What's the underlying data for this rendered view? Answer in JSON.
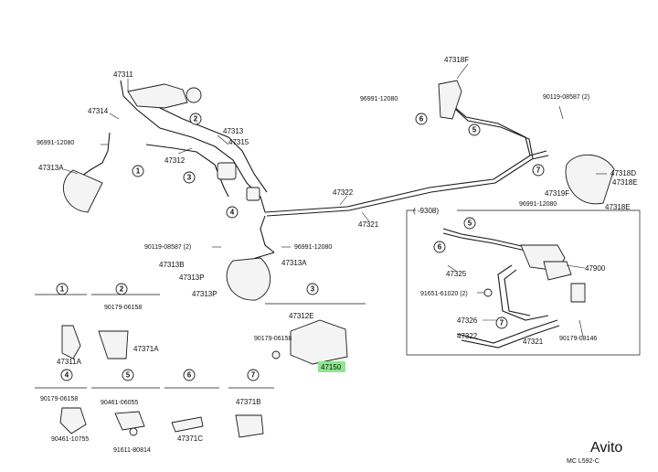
{
  "labels": {
    "p47311": "47311",
    "p47314": "47314",
    "p96991_a": "96991-12080",
    "p47313A_a": "47313A",
    "p47312": "47312",
    "p47313": "47313",
    "p47315": "47315",
    "p47318F": "47318F",
    "p96991_b": "96991-12080",
    "p90119_a": "90119-08587 (2)",
    "p47318D": "47318D",
    "p47318E": "47318E",
    "p47319F": "47319F",
    "p96991_c": "96991-12080",
    "p47318E_b": "47318E",
    "p47322": "47322",
    "p47321": "47321",
    "p9308": "(   -9308)",
    "p90119_b": "90119-08587 (2)",
    "p96991_d": "96991-12080",
    "p47313B": "47313B",
    "p47313A_b": "47313A",
    "p47313P_a": "47313P",
    "p47313P_b": "47313P",
    "p47325": "47325",
    "p47900": "47900",
    "p91651": "91651-61020 (2)",
    "p47326": "47326",
    "p47322_b": "47322",
    "p47321_b": "47321",
    "p90179_a": "90179-08146",
    "p90179_b": "90179-06158",
    "p47371A": "47371A",
    "p47311A": "47311A",
    "p47312E": "47312E",
    "p90179_c": "90179-06158",
    "p47150": "47150",
    "p90179_d": "90179-06158",
    "p90461_a": "90461-06055",
    "p47371B": "47371B",
    "p90461_b": "90461-10755",
    "p91611": "91611-80814",
    "p47371C": "47371C",
    "code": "MC L592-C",
    "watermark": "Avito"
  },
  "callouts": {
    "c1": "1",
    "c2": "2",
    "c3": "3",
    "c4": "4",
    "c5": "5",
    "c6": "6",
    "c7": "7"
  },
  "colors": {
    "highlight": "#8ee68e",
    "line": "#1a1a1a"
  }
}
